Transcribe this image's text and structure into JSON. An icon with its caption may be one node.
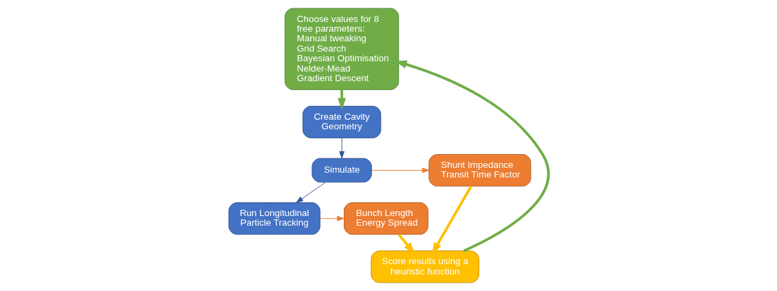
{
  "diagram": {
    "nodes": [
      {
        "text": [
          "Choose values for 8 free parameters:",
          "Manual tweaking",
          "Grid Search",
          "Bayesian Optimisation",
          "Nelder-Mead",
          "Gradient Descent"
        ]
      },
      {
        "text": [
          "Create Cavity Geometry"
        ]
      },
      {
        "text": [
          "Simulate"
        ]
      },
      {
        "text": [
          "Run Longitudinal Particle Tracking"
        ]
      },
      {
        "text": [
          "Shunt Impedance",
          "Transit Time Factor"
        ]
      },
      {
        "text": [
          "Bunch Length",
          "Energy Spread"
        ]
      },
      {
        "text": [
          "Score results using a heuristic function"
        ]
      }
    ],
    "edges": [
      {
        "from": 0,
        "to": 1,
        "arrow": "to",
        "style": "thick",
        "color": "#70ad47"
      },
      {
        "from": 1,
        "to": 2,
        "arrow": "to",
        "color": "#2f5597"
      },
      {
        "from": 2,
        "to": 3,
        "arrow": "to",
        "color": "#2f5597"
      },
      {
        "from": 2,
        "to": 4,
        "arrow": "to",
        "color": "#ed7d31"
      },
      {
        "from": 3,
        "to": 5,
        "arrow": "to",
        "color": "#ed7d31"
      },
      {
        "from": 4,
        "to": 6,
        "arrow": "to",
        "style": "thick",
        "color": "#ffc000"
      },
      {
        "from": 5,
        "to": 6,
        "arrow": "to",
        "style": "thick",
        "color": "#ffc000"
      },
      {
        "from": 6,
        "to": 0,
        "arrow": "to",
        "style": "thick",
        "color": "#70ad47"
      }
    ]
  }
}
